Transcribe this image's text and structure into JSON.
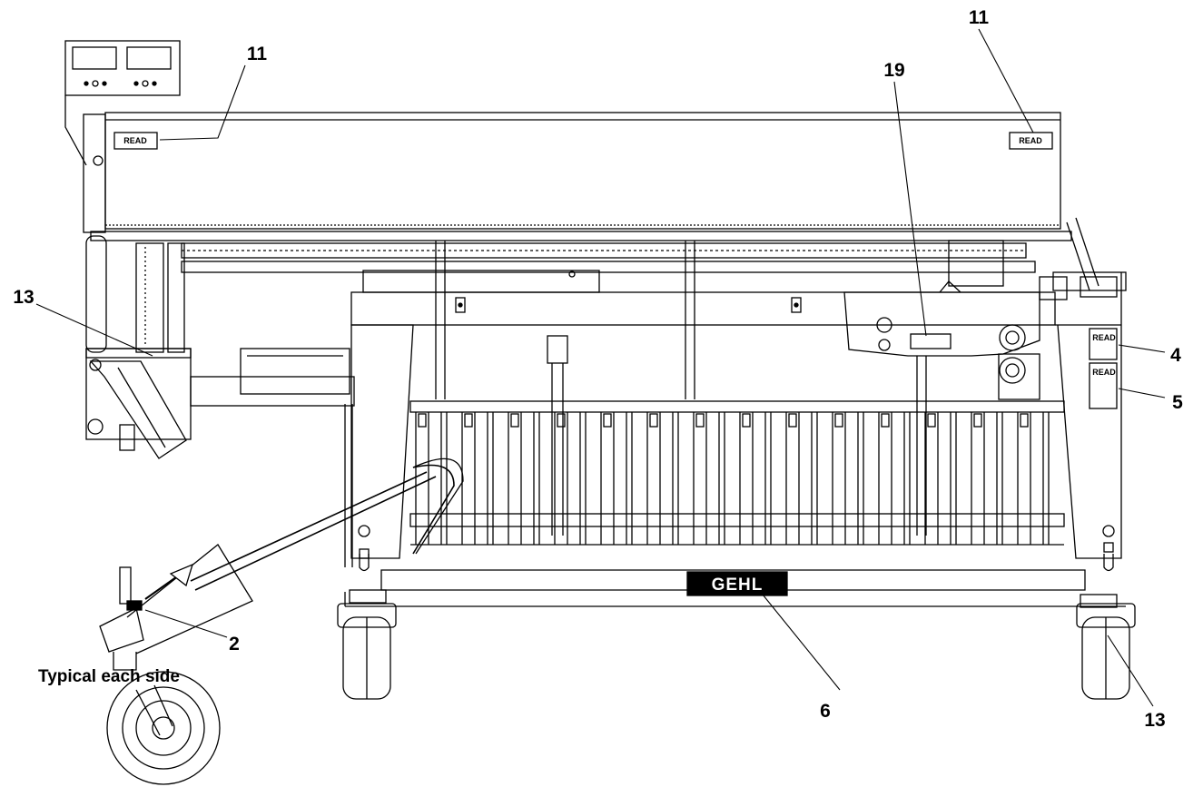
{
  "callouts": {
    "c11_left": "11",
    "c11_right": "11",
    "c19": "19",
    "c13_left": "13",
    "c13_right": "13",
    "c4": "4",
    "c5": "5",
    "c2": "2",
    "c6": "6"
  },
  "decals": {
    "read_top_left": "READ",
    "read_top_right": "READ",
    "read_side_4": "READ",
    "read_side_5": "READ"
  },
  "caption": "Typical each side",
  "logo_text": "GEHL",
  "colors": {
    "line": "#000000",
    "paper": "#ffffff"
  }
}
